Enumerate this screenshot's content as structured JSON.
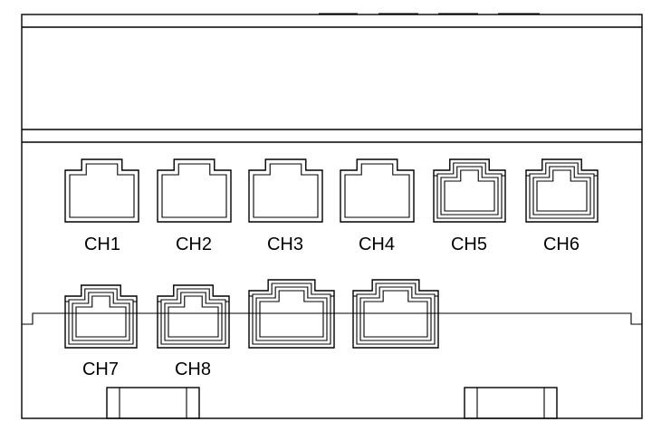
{
  "labels": {
    "ch1": "CH1",
    "ch2": "CH2",
    "ch3": "CH3",
    "ch4": "CH4",
    "ch5": "CH5",
    "ch6": "CH6",
    "ch7": "CH7",
    "ch8": "CH8"
  }
}
